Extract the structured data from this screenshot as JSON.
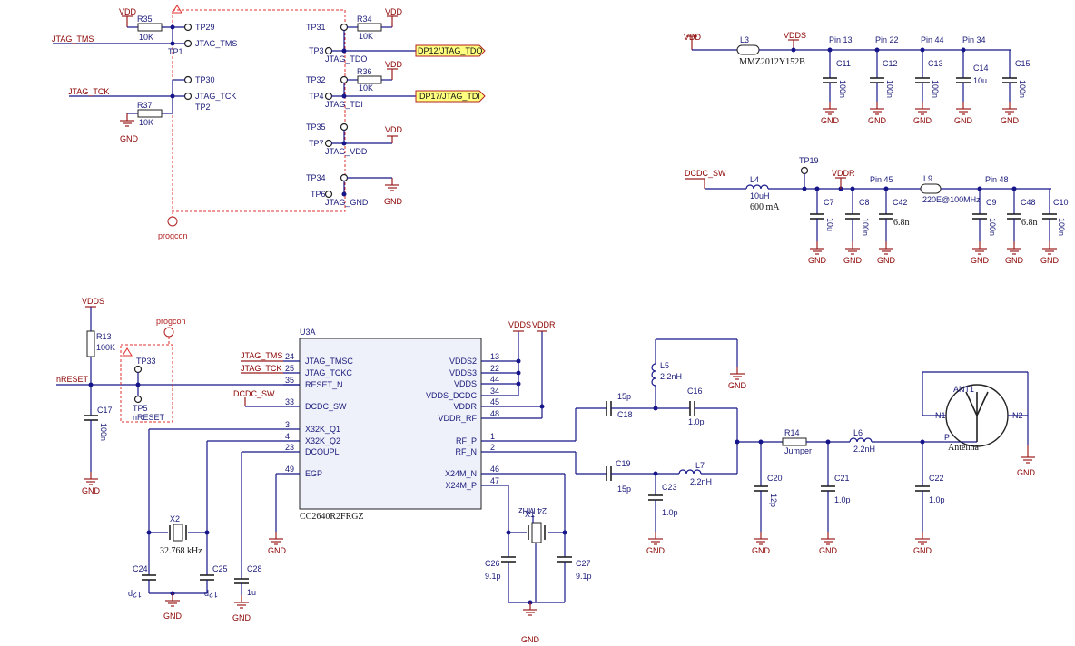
{
  "tp": {
    "tp29": "TP29",
    "tp1_net": "JTAG_TMS",
    "tp1": "TP1",
    "tp30": "TP30",
    "tp2_net": "JTAG_TCK",
    "tp2": "TP2",
    "tp31": "TP31",
    "tp3": "TP3",
    "tp3_net": "JTAG_TDO",
    "tp32": "TP32",
    "tp4": "TP4",
    "tp4_net": "JTAG_TDI",
    "tp35": "TP35",
    "tp7": "TP7",
    "tp7_net": "JTAG_VDD",
    "tp34": "TP34",
    "tp6": "TP6",
    "tp6_net": "JTAG_GND",
    "tp33": "TP33",
    "tp5": "TP5",
    "tp5_net": "nRESET",
    "tp19": "TP19"
  },
  "parts": {
    "r35": "R35",
    "r35_val": "10K",
    "r37": "R37",
    "r37_val": "10K",
    "r34": "R34",
    "r34_val": "10K",
    "r36": "R36",
    "r36_val": "10K",
    "r13": "R13",
    "r13_val": "100K",
    "r14": "R14",
    "r14_val": "Jumper",
    "l3": "L3",
    "l3_val": "MMZ2012Y152B",
    "l4": "L4",
    "l4_val": "10uH",
    "l4_cur": "600 mA",
    "l9": "L9",
    "l9_val": "220E@100MHz",
    "l5": "L5",
    "l5_val": "2.2nH",
    "l7": "L7",
    "l7_val": "2.2nH",
    "l6": "L6",
    "l6_val": "2.2nH",
    "c11": "C11",
    "c12": "C12",
    "c13": "C13",
    "c14": "C14",
    "c15": "C15",
    "c7": "C7",
    "c8": "C8",
    "c42": "C42",
    "c9": "C9",
    "c48": "C48",
    "c10": "C10",
    "c17": "C17",
    "c16": "C16",
    "c18": "C18",
    "c19": "C19",
    "c23": "C23",
    "c20": "C20",
    "c21": "C21",
    "c22": "C22",
    "c24": "C24",
    "c25": "C25",
    "c28": "C28",
    "c26": "C26",
    "c27": "C27",
    "v100n": "100n",
    "v10u": "10u",
    "v6_8n": "6.8n",
    "v15p": "15p",
    "v1_0p": "1.0p",
    "v12p": "12p",
    "v1u": "1u",
    "v9_1p": "9.1p",
    "x2": "X2",
    "x2_val": "32.768 kHz",
    "x1": "X1",
    "x1_val": "24 MHz",
    "ant1": "ANT1",
    "ant_n1": "N1",
    "ant_n2": "N2",
    "ant_p": "P",
    "ant_val": "Antenna",
    "progcon": "progcon"
  },
  "pins": {
    "pin13": "Pin 13",
    "pin22": "Pin 22",
    "pin44": "Pin 44",
    "pin34": "Pin 34",
    "pin45": "Pin 45",
    "pin48": "Pin 48"
  },
  "power": {
    "vdd": "VDD",
    "vdds": "VDDS",
    "vddr": "VDDR",
    "gnd": "GND",
    "dcdc_sw": "DCDC_SW"
  },
  "nets": {
    "jtag_tms": "JTAG_TMS",
    "jtag_tck": "JTAG_TCK",
    "nreset": "nRESET",
    "dcdc_sw": "DCDC_SW",
    "port_tdo": "DP12/JTAG_TDO",
    "port_tdi": "DP17/JTAG_TDI"
  },
  "ic": {
    "ref": "U3A",
    "name": "CC2640R2FRGZ",
    "left": [
      {
        "num": "24",
        "name": "JTAG_TMSC"
      },
      {
        "num": "25",
        "name": "JTAG_TCKC"
      },
      {
        "num": "35",
        "name": "RESET_N"
      },
      {
        "num": "33",
        "name": "DCDC_SW"
      },
      {
        "num": "3",
        "name": "X32K_Q1"
      },
      {
        "num": "4",
        "name": "X32K_Q2"
      },
      {
        "num": "23",
        "name": "DCOUPL"
      },
      {
        "num": "49",
        "name": "EGP"
      }
    ],
    "right": [
      {
        "num": "13",
        "name": "VDDS2"
      },
      {
        "num": "22",
        "name": "VDDS3"
      },
      {
        "num": "44",
        "name": "VDDS"
      },
      {
        "num": "34",
        "name": "VDDS_DCDC"
      },
      {
        "num": "45",
        "name": "VDDR"
      },
      {
        "num": "48",
        "name": "VDDR_RF"
      },
      {
        "num": "1",
        "name": "RF_P"
      },
      {
        "num": "2",
        "name": "RF_N"
      },
      {
        "num": "46",
        "name": "X24M_N"
      },
      {
        "num": "47",
        "name": "X24M_P"
      }
    ]
  }
}
